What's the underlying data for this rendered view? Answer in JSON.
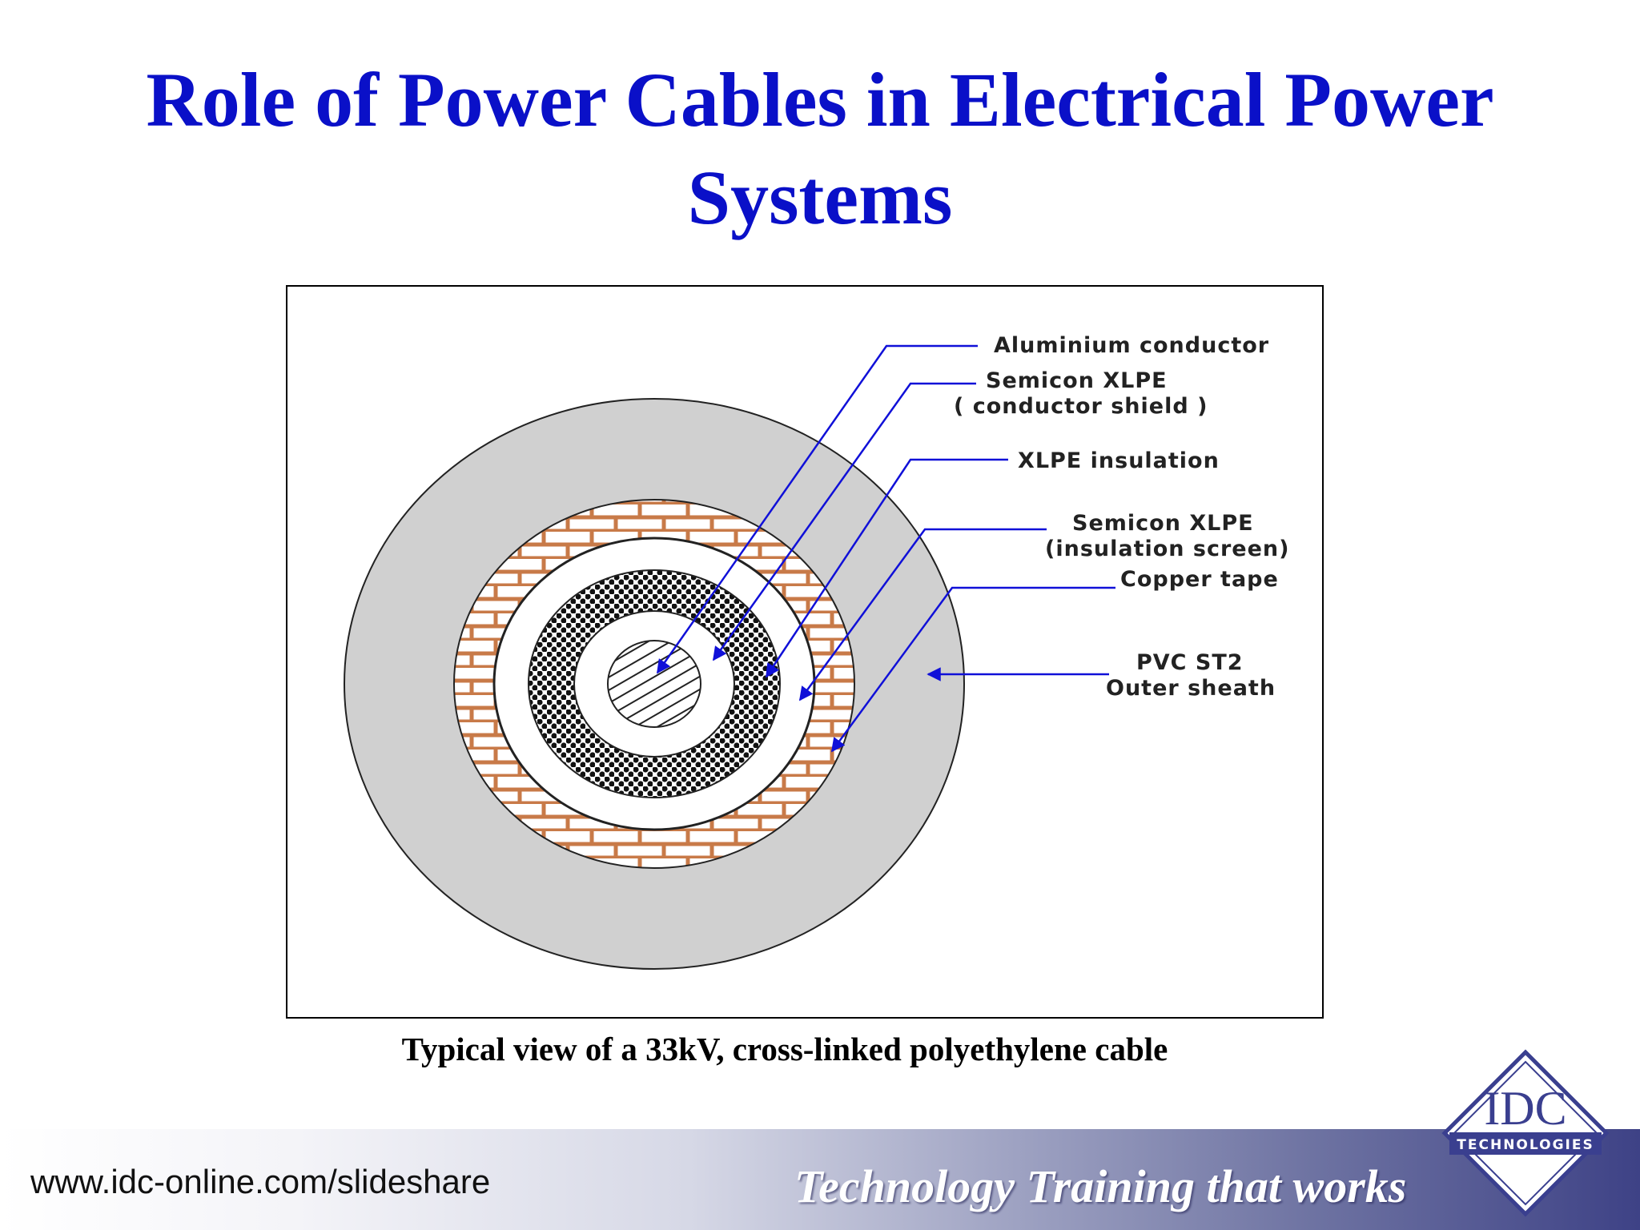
{
  "slide": {
    "title_line1": "Role of Power Cables in Electrical Power",
    "title_line2": "Systems",
    "caption": "Typical view of a 33kV, cross-linked polyethylene cable"
  },
  "diagram": {
    "labels": {
      "aluminium_conductor": "Aluminium conductor",
      "semicon_conductor_line1": "Semicon XLPE",
      "semicon_conductor_line2": "( conductor shield )",
      "xlpe_insulation": "XLPE insulation",
      "semicon_screen_line1": "Semicon XLPE",
      "semicon_screen_line2": "(insulation screen)",
      "copper_tape": "Copper tape",
      "pvc_line1": "PVC ST2",
      "pvc_line2": "Outer sheath"
    },
    "colors": {
      "arrow": "#1010d8",
      "sheath": "#d0d0d0",
      "copper_brick": "#c87a48"
    }
  },
  "footer": {
    "url": "www.idc-online.com/slideshare",
    "tagline": "Technology Training that works"
  },
  "logo": {
    "text": "IDC",
    "subtext": "TECHNOLOGIES"
  }
}
